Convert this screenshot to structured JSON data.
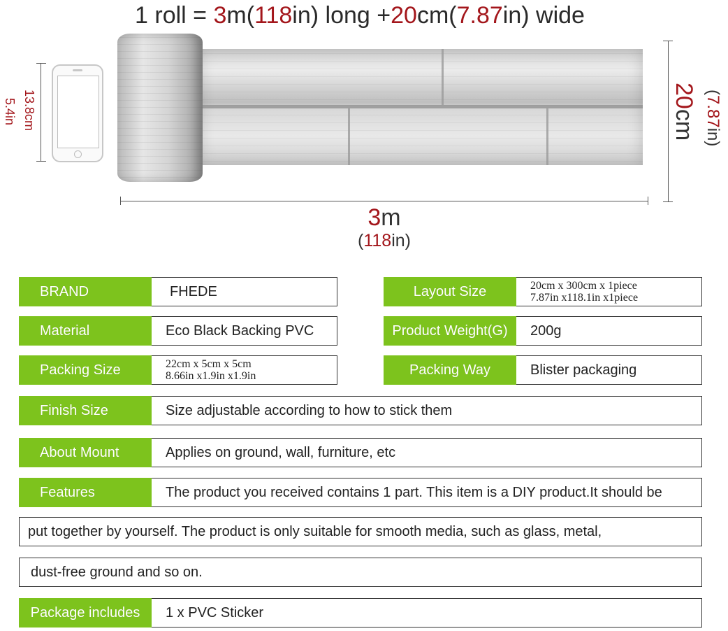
{
  "headline": {
    "prefix": "1 roll = ",
    "len_m": "3",
    "len_m_unit": "m(",
    "len_in": "118",
    "len_in_unit": "in) long +",
    "width_cm": "20",
    "width_cm_unit": "cm(",
    "width_in": "7.87",
    "width_in_unit": "in) wide"
  },
  "phone_dims": {
    "cm": "13.8cm",
    "in": "5.4in"
  },
  "width_dims": {
    "cm_num": "20",
    "cm_unit": "cm",
    "in_open": "(",
    "in_num": "7.87",
    "in_close": "in)"
  },
  "length_dims": {
    "m_num": "3",
    "m_unit": "m",
    "in_open": "(",
    "in_num": "118",
    "in_close": "in)"
  },
  "specs": {
    "brand": {
      "label": "BRAND",
      "value": "FHEDE"
    },
    "layout_size": {
      "label": "Layout Size",
      "line1": "20cm x 300cm x 1piece",
      "line2": "7.87in x118.1in x1piece"
    },
    "material": {
      "label": "Material",
      "value": "Eco Black Backing PVC"
    },
    "weight": {
      "label": "Product Weight(G)",
      "value": "200g"
    },
    "packing_size": {
      "label": "Packing Size",
      "line1": "22cm x 5cm x 5cm",
      "line2": "8.66in x1.9in x1.9in"
    },
    "packing_way": {
      "label": "Packing Way",
      "value": "Blister packaging"
    },
    "finish_size": {
      "label": "Finish Size",
      "value": "Size adjustable according to how to stick them"
    },
    "about_mount": {
      "label": "About Mount",
      "value": "Applies on ground, wall, furniture, etc"
    },
    "features": {
      "label": "Features",
      "line1": "The product you received contains 1 part. This item is a DIY product.It should be",
      "line2": "put together by yourself. The product is only suitable for smooth media, such as glass, metal,",
      "line3": "dust-free ground and so on."
    },
    "package": {
      "label": "Package includes",
      "value": "1 x PVC Sticker"
    }
  },
  "colors": {
    "label_bg": "#7dc31d",
    "accent_red": "#a3161b"
  }
}
